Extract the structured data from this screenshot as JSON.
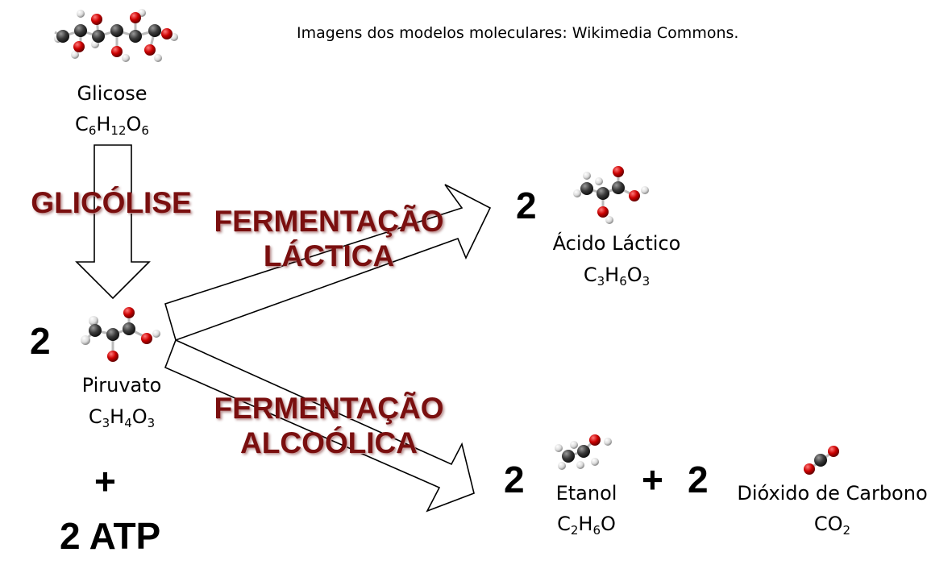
{
  "credit": "Imagens dos modelos moleculares: Wikimedia Commons.",
  "glucose": {
    "name": "Glicose",
    "formula": [
      [
        "C",
        "6"
      ],
      [
        "H",
        "12"
      ],
      [
        "O",
        "6"
      ]
    ]
  },
  "glycolysis_label": "GLICÓLISE",
  "pyruvate": {
    "count": "2",
    "name": "Piruvato",
    "formula": [
      [
        "C",
        "3"
      ],
      [
        "H",
        "4"
      ],
      [
        "O",
        "3"
      ]
    ]
  },
  "plus_atp": {
    "plus": "+",
    "atp": "2 ATP"
  },
  "lactic": {
    "label_line1": "FERMENTAÇÃO",
    "label_line2": "LÁCTICA",
    "count": "2",
    "name": "Ácido Láctico",
    "formula": [
      [
        "C",
        "3"
      ],
      [
        "H",
        "6"
      ],
      [
        "O",
        "3"
      ]
    ]
  },
  "alcoholic": {
    "label_line1": "FERMENTAÇÃO",
    "label_line2": "ALCOÓLICA",
    "ethanol_count": "2",
    "ethanol_name": "Etanol",
    "ethanol_formula": [
      [
        "C",
        "2"
      ],
      [
        "H",
        "6"
      ],
      [
        "O",
        ""
      ]
    ],
    "plus": "+",
    "co2_count": "2",
    "co2_name": "Dióxido de Carbono",
    "co2_formula": [
      [
        "CO",
        "2"
      ]
    ]
  },
  "colors": {
    "carbon": "#3a3a3a",
    "oxygen": "#cc0000",
    "hydrogen": "#e8e8e8",
    "label": "#7a0f0f"
  },
  "icons": [
    "glucose-molecule-icon",
    "pyruvate-molecule-icon",
    "lactic-acid-molecule-icon",
    "ethanol-molecule-icon",
    "co2-molecule-icon"
  ]
}
